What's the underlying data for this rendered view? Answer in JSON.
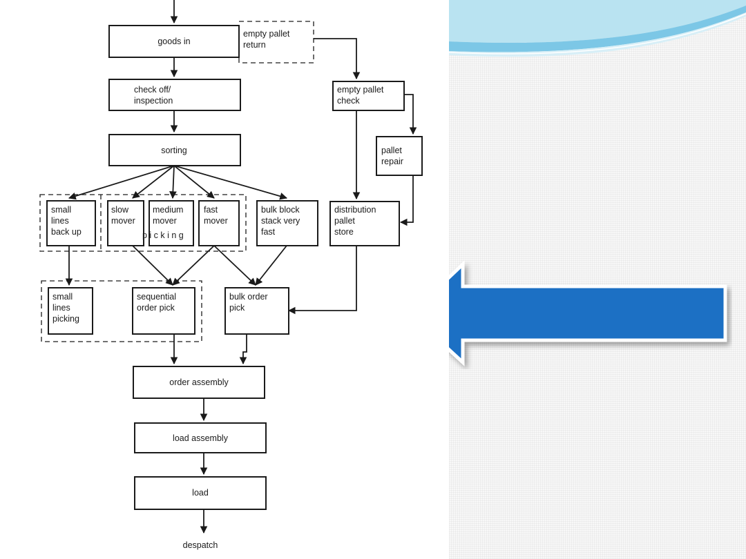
{
  "diagram": {
    "nodes": {
      "goods_in": "goods in",
      "empty_pallet_return": [
        "empty pallet",
        "return"
      ],
      "check_off": [
        "check off/",
        "inspection"
      ],
      "empty_pallet_check": [
        "empty pallet",
        "check"
      ],
      "sorting": "sorting",
      "pallet_repair": [
        "pallet",
        "repair"
      ],
      "small_lines_back_up": [
        "small",
        "lines",
        "back up"
      ],
      "slow_mover": [
        "slow",
        "mover"
      ],
      "medium_mover": [
        "medium",
        "mover"
      ],
      "fast_mover": [
        "fast",
        "mover"
      ],
      "picking_group_label": "p i c k i n g",
      "bulk_block": [
        "bulk block",
        "stack very",
        "fast"
      ],
      "distribution_pallet_store": [
        "distribution",
        "pallet",
        "store"
      ],
      "small_lines_picking": [
        "small",
        "lines",
        "picking"
      ],
      "sequential_order_pick": [
        "sequential",
        "order pick"
      ],
      "bulk_order_pick": [
        "bulk order",
        "pick"
      ],
      "order_assembly": "order assembly",
      "load_assembly": "load assembly",
      "load": "load",
      "despatch": "despatch"
    }
  },
  "colors": {
    "arrow_fill": "#1a6fc4",
    "swoosh_light": "#b9e3f1",
    "swoosh_mid": "#7cc7e6",
    "line": "#1a1a1a"
  },
  "icons": {
    "arrow": "left-arrow-icon",
    "swoosh": "swoosh-decoration-icon"
  }
}
